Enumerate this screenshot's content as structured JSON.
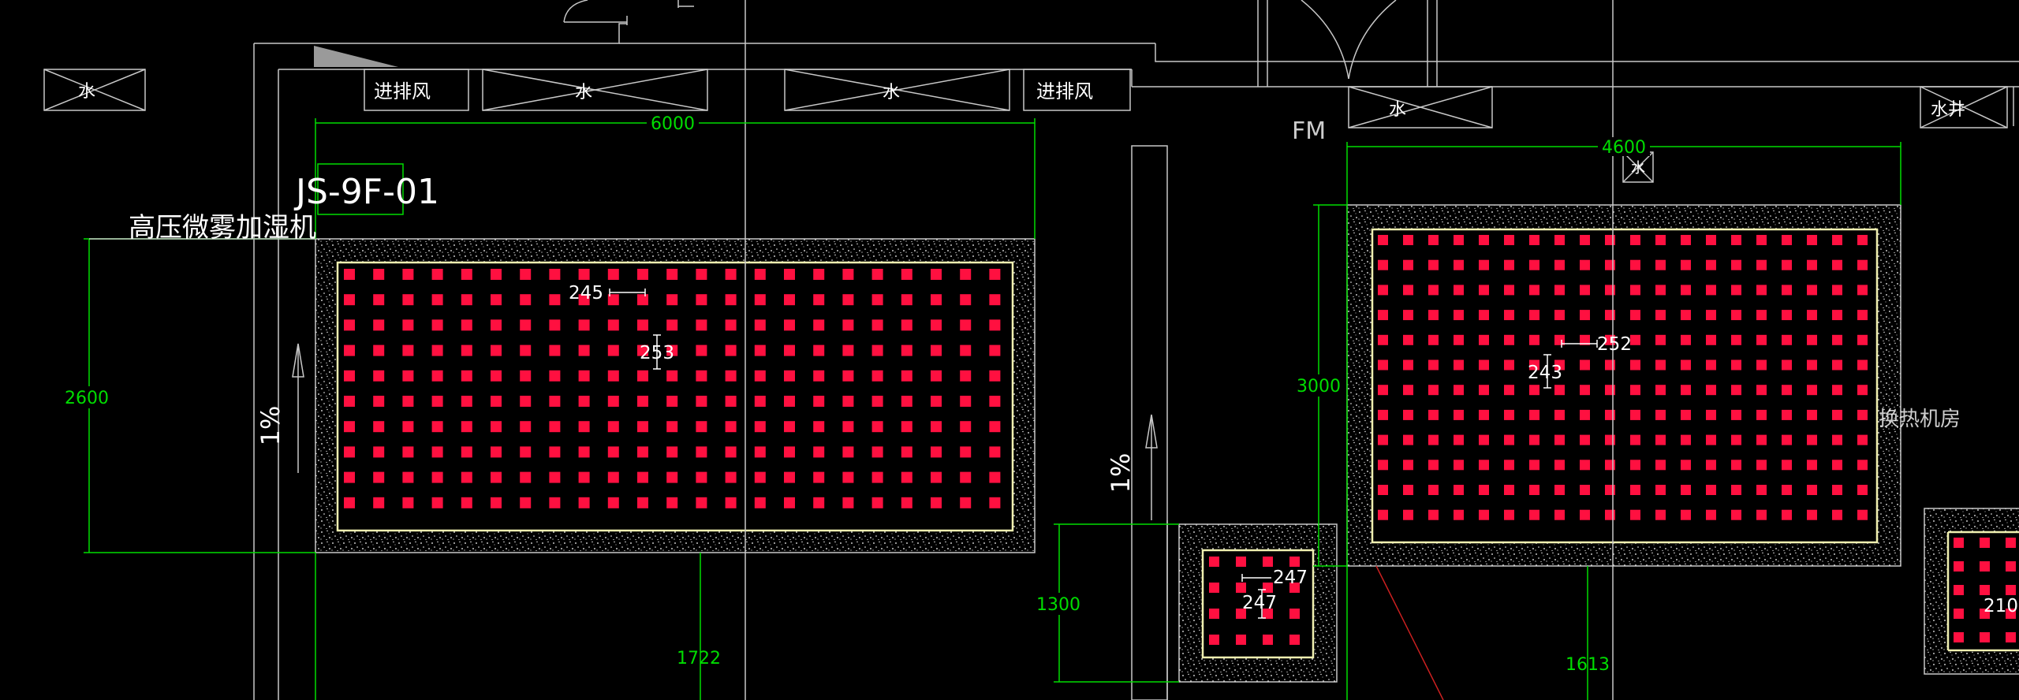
{
  "app": {
    "title": ""
  },
  "colors": {
    "background": "#000000",
    "line": "#c8c8c8",
    "dimension": "#00dd00",
    "label": "#ffffff",
    "sprinkler": "#ff1040",
    "pit_border": "#f0f0b0",
    "red_line": "#cc2020"
  },
  "labels": {
    "equipment_tag": "JS-9F-01",
    "humidifier": "高压微雾加湿机",
    "fm": "FM",
    "room_partial": "换热机房",
    "slope_left": "1%",
    "slope_mid": "1%"
  },
  "vents": {
    "water_1": "水",
    "water_2": "水",
    "water_3": "水",
    "water_4": "水",
    "exhaust_1": "进排风",
    "exhaust_2": "进排风",
    "water_right": "水井",
    "water_small": "水"
  },
  "dimensions": {
    "pit1_width": "6000",
    "pit1_height": "2600",
    "pit1_below": "1722",
    "pit2_width": "4600",
    "pit2_height": "3000",
    "pit2_below": "1613",
    "pit3_height": "1300"
  },
  "spacings": {
    "pit1_h": "245",
    "pit1_v": "253",
    "pit2_h": "252",
    "pit2_v": "243",
    "pit3_h": "247",
    "pit3_v": "247",
    "pit4_h": "210"
  }
}
